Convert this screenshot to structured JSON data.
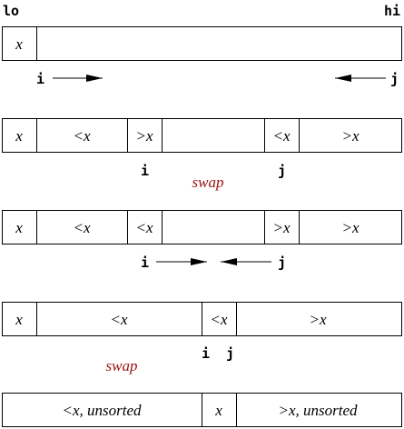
{
  "labels": {
    "lo": "lo",
    "hi": "hi",
    "i": "i",
    "j": "j",
    "swap": "swap",
    "x": "x",
    "lt_x": "<x",
    "gt_x": ">x",
    "lt_x_unsorted": "<x, unsorted",
    "gt_x_unsorted": ">x, unsorted"
  },
  "colors": {
    "swap_text": "#9a1010",
    "stroke": "#000000"
  },
  "rows": [
    {
      "name": "row-1-initial",
      "cells": [
        "x",
        ""
      ]
    },
    {
      "name": "row-2-scan",
      "cells": [
        "x",
        "<x",
        ">x",
        "",
        "<x",
        ">x"
      ]
    },
    {
      "name": "row-3-swapped",
      "cells": [
        "x",
        "<x",
        "<x",
        "",
        ">x",
        ">x"
      ]
    },
    {
      "name": "row-4-crossed",
      "cells": [
        "x",
        "<x",
        "<x",
        ">x"
      ]
    },
    {
      "name": "row-5-final",
      "cells": [
        "<x, unsorted",
        "x",
        ">x, unsorted"
      ]
    }
  ]
}
